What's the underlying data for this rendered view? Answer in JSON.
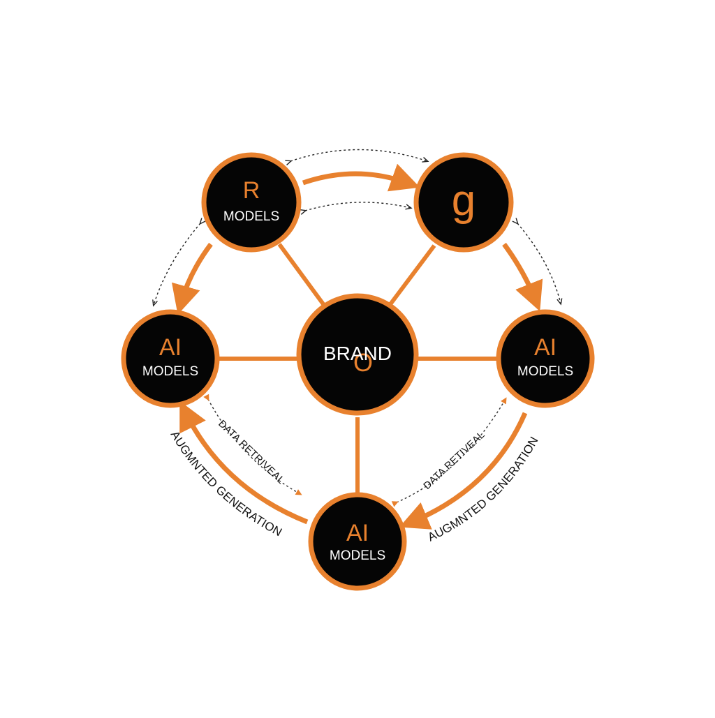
{
  "colors": {
    "accent": "#e8812e",
    "node_fill": "#050505",
    "text_light": "#ffffff",
    "text_dark": "#111111",
    "background": "#ffffff"
  },
  "hub": {
    "label": "BRAND",
    "mark": "O"
  },
  "nodes": {
    "top_left": {
      "glyph": "R",
      "label": "MODELS"
    },
    "top_right": {
      "glyph": "g"
    },
    "left": {
      "glyph": "AI",
      "label": "MODELS"
    },
    "right": {
      "glyph": "AI",
      "label": "MODELS"
    },
    "bottom": {
      "glyph": "AI",
      "label": "MODELS"
    }
  },
  "annotations": {
    "left_inner": "DATA RETRIVEAL",
    "left_outer": "AUGMNTED GENERATION",
    "right_inner": "DATA RETIVEAL",
    "right_outer": "AUGMNTED GENERATION"
  }
}
